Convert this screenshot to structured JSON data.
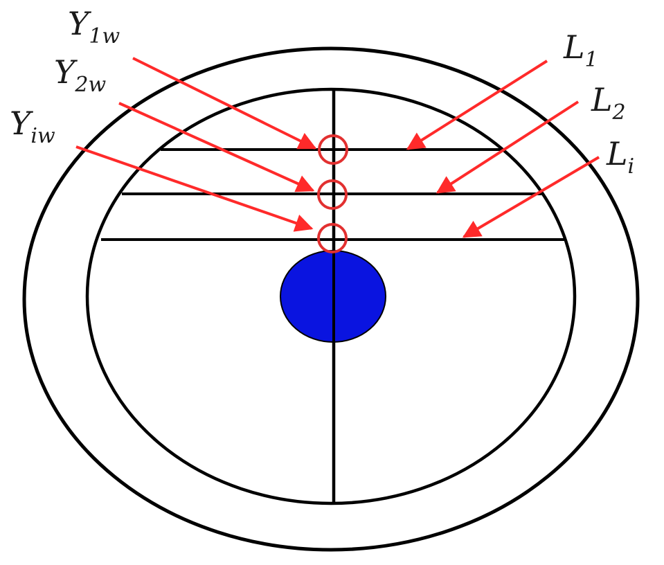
{
  "colors": {
    "stroke": "#000000",
    "arrow": "#ff2a2a",
    "marker_circle": "#e23030",
    "blob": "#0a14e0",
    "blob_outline": "#000000"
  },
  "labels": {
    "y1": {
      "main": "Y",
      "sub": "1w"
    },
    "y2": {
      "main": "Y",
      "sub": "2w"
    },
    "yi": {
      "main": "Y",
      "sub": "iw"
    },
    "l1": {
      "main": "L",
      "sub": "1"
    },
    "l2": {
      "main": "L",
      "sub": "2"
    },
    "li": {
      "main": "L",
      "sub": "i"
    }
  }
}
